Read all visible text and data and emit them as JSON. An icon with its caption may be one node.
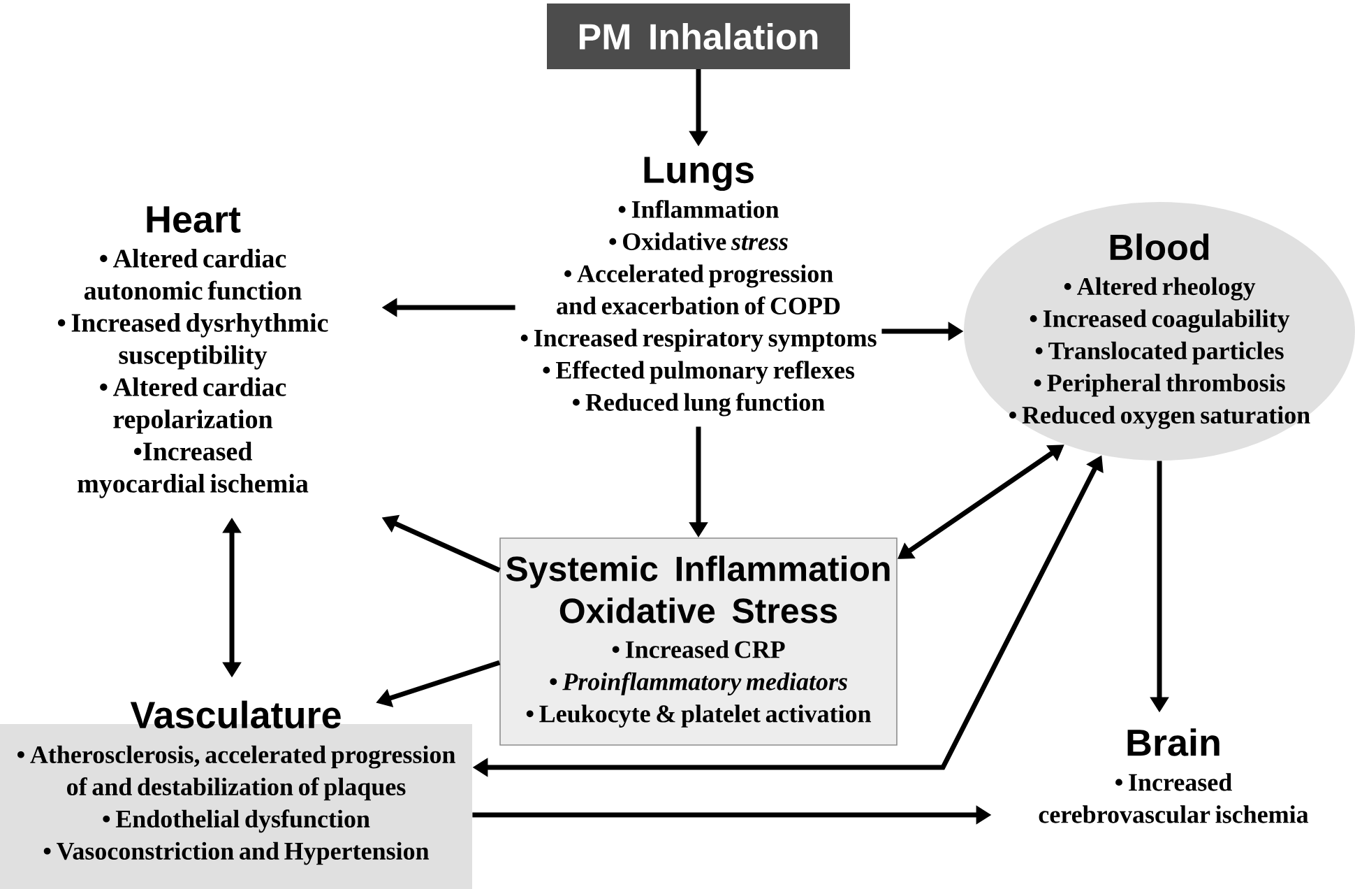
{
  "diagram": {
    "nodes": [
      {
        "text": [
          "PM Inhalation"
        ]
      },
      {
        "text": [
          "Lungs",
          "• Inflammation",
          "• Oxidative *stress*",
          "• Accelerated progression and exacerbation of COPD",
          "• Increased respiratory symptoms",
          "• Effected pulmonary reflexes",
          "• Reduced lung function"
        ]
      },
      {
        "text": [
          "Heart",
          "• Altered cardiac autonomic function",
          "• Increased dysrhythmic susceptibility",
          "• Altered cardiac repolarization",
          "•Increased myocardial ischemia"
        ]
      },
      {
        "text": [
          "Blood",
          "• Altered rheology",
          "• Increased coagulability",
          "• Translocated particles",
          "• Peripheral thrombosis",
          "• Reduced oxygen saturation"
        ]
      },
      {
        "text": [
          "Systemic Inflammation Oxidative Stress",
          "• Increased CRP",
          "• *Proinflammatory mediators*",
          "• Leukocyte & platelet activation"
        ]
      },
      {
        "text": [
          "Vasculature",
          "• Atherosclerosis, accelerated progression of and destabilization of plaques",
          "• Endothelial dysfunction",
          "• Vasoconstriction and Hypertension"
        ]
      },
      {
        "text": [
          "Brain",
          "• Increased cerebrovascular ischemia"
        ]
      }
    ],
    "edges": [
      {
        "from": 0,
        "to": 1,
        "arrow": "to"
      },
      {
        "from": 1,
        "to": 2,
        "arrow": "to"
      },
      {
        "from": 1,
        "to": 3,
        "arrow": "to"
      },
      {
        "from": 1,
        "to": 4,
        "arrow": "to"
      },
      {
        "from": 4,
        "to": 2,
        "arrow": "to"
      },
      {
        "from": 4,
        "to": 3,
        "arrow": "both"
      },
      {
        "from": 4,
        "to": 5,
        "arrow": "to"
      },
      {
        "from": 2,
        "to": 5,
        "arrow": "both"
      },
      {
        "from": 3,
        "to": 6,
        "arrow": "to"
      },
      {
        "from": 5,
        "to": 3,
        "arrow": "both"
      },
      {
        "from": 5,
        "to": 6,
        "arrow": "to"
      }
    ]
  }
}
